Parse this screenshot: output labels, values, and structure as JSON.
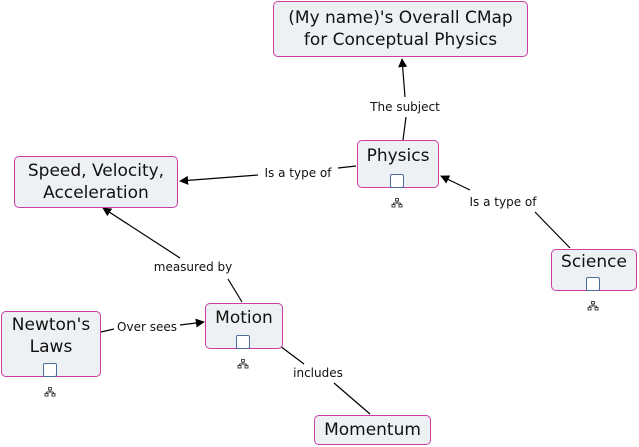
{
  "concepts": {
    "title": "(My name)'s Overall CMap\nfor Conceptual Physics",
    "physics": "Physics",
    "speed": "Speed, Velocity,\nAcceleration",
    "science": "Science",
    "newton": "Newton's\nLaws",
    "motion": "Motion",
    "momentum": "Momentum"
  },
  "links": {
    "the_subject": "The subject",
    "is_a_type_of_left": "Is a type of",
    "is_a_type_of_right": "Is a type of",
    "measured_by": "measured by",
    "over_sees": "Over sees",
    "includes": "includes"
  },
  "icons": {
    "submap": "submap-link-icon"
  },
  "colors": {
    "node_border": "#cc3ea3",
    "node_fill": "#eef1f3",
    "link_line": "#000000",
    "icon_border": "#4a6d9a"
  }
}
